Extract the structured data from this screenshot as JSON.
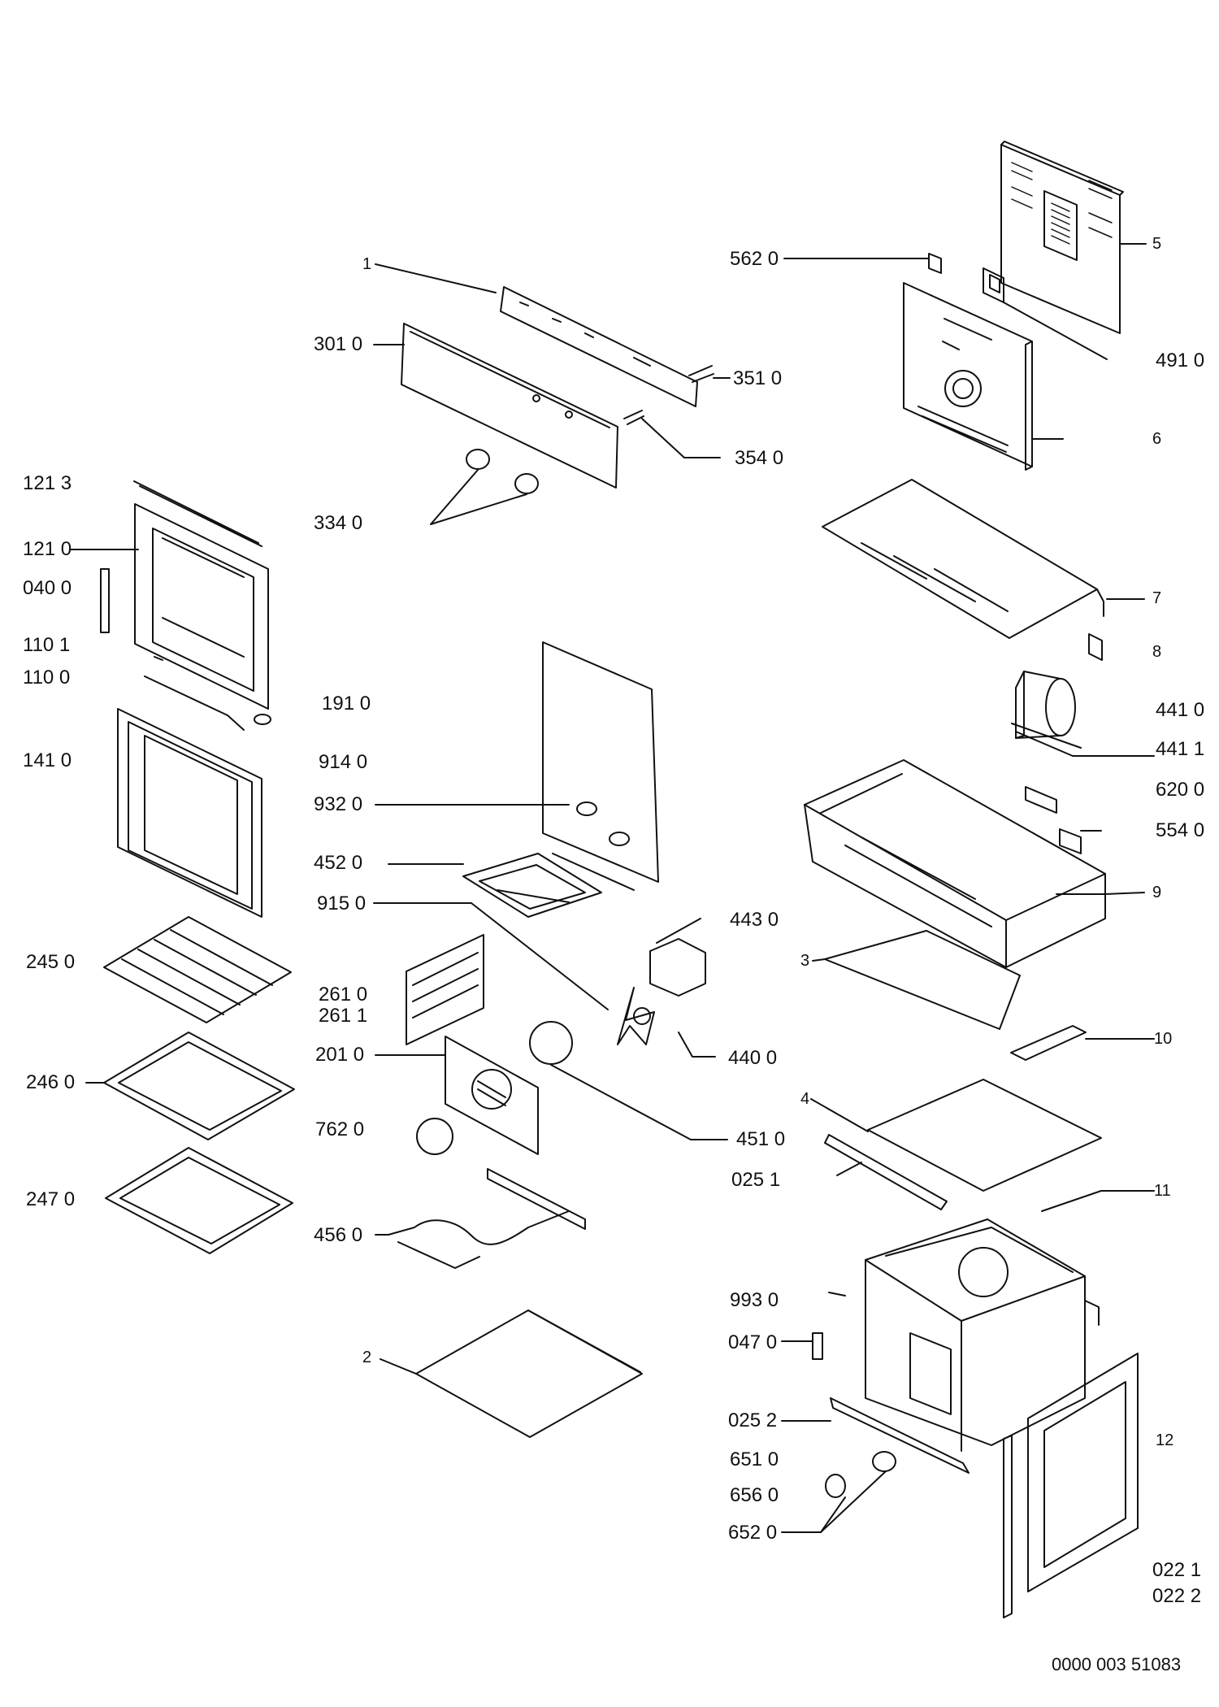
{
  "diagram": {
    "type": "exploded-parts-diagram",
    "document_number": "0000 003 51083"
  },
  "part_labels": {
    "p1": "1",
    "p2": "2",
    "p3": "3",
    "p4": "4",
    "p5": "5",
    "p6": "6",
    "p7": "7",
    "p8": "8",
    "p9": "9",
    "p10": "10",
    "p11": "11",
    "p12": "12",
    "p0221": "022 1",
    "p0222": "022 2",
    "p0251": "025 1",
    "p0252": "025 2",
    "p0400": "040 0",
    "p0470": "047 0",
    "p1100": "110 0",
    "p1101": "110 1",
    "p1210": "121 0",
    "p1213": "121 3",
    "p1410": "141 0",
    "p1910": "191 0",
    "p2010": "201 0",
    "p2450": "245 0",
    "p2460": "246 0",
    "p2470": "247 0",
    "p2610": "261 0",
    "p2611": "261 1",
    "p3010": "301 0",
    "p3340": "334 0",
    "p3510": "351 0",
    "p3540": "354 0",
    "p4400": "440 0",
    "p4410": "441 0",
    "p4411": "441 1",
    "p4430": "443 0",
    "p4510": "451 0",
    "p4520": "452 0",
    "p4560": "456 0",
    "p4910": "491 0",
    "p5540": "554 0",
    "p5620": "562 0",
    "p6200": "620 0",
    "p6510": "651 0",
    "p6520": "652 0",
    "p6560": "656 0",
    "p7620": "762 0",
    "p9140": "914 0",
    "p9150": "915 0",
    "p9320": "932 0",
    "p9930": "993 0"
  }
}
